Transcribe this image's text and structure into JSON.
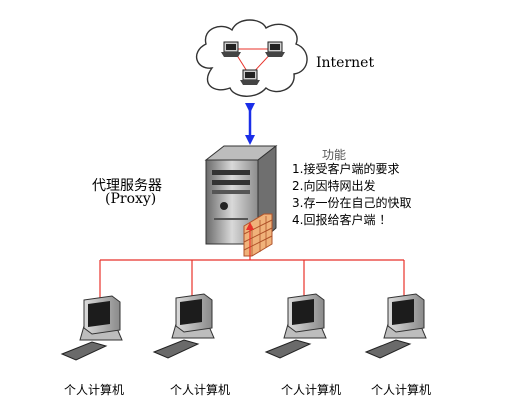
{
  "internet": {
    "label": "Internet"
  },
  "proxy": {
    "name": "代理服务器",
    "name_en": "(Proxy)"
  },
  "functions": {
    "title": "功能",
    "items": [
      "1.接受客户端的要求",
      "2.向因特网出发",
      "3.存一份在自己的快取",
      "4.回报给客户端 ！"
    ]
  },
  "clients": [
    {
      "label": "个人计算机"
    },
    {
      "label": "个人计算机"
    },
    {
      "label": "个人计算机"
    },
    {
      "label": "个人计算机"
    }
  ],
  "colors": {
    "link": "#e8322a",
    "internet_link": "#1a2ee8",
    "cloud_outline": "#333333"
  },
  "icons": {
    "cloud": "cloud-icon",
    "server": "server-icon",
    "firewall": "firewall-icon",
    "pc": "computer-icon",
    "laptop": "laptop-icon"
  }
}
